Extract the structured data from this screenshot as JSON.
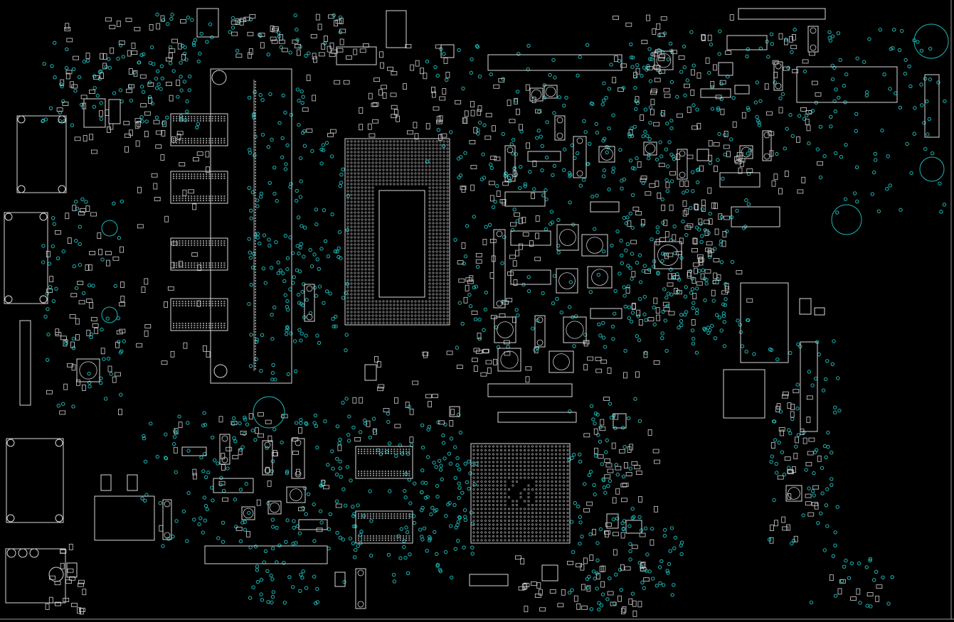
{
  "board": {
    "background_color": "#000000",
    "outline_color": "#d8d8d8",
    "via_color": "#1fb6b6",
    "text_labels": []
  },
  "components": {
    "cpu_bga": {
      "kind": "bga-package",
      "icon": "cpu-footprint-icon"
    },
    "pch_bga": {
      "kind": "bga-package",
      "icon": "chipset-footprint-icon"
    },
    "dimm_slot": {
      "kind": "memory-slot",
      "icon": "dimm-slot-icon"
    },
    "memory_chips": {
      "kind": "dram-package",
      "count": 6
    },
    "connectors": {
      "kind": "io-connector",
      "icon": "connector-icon"
    },
    "mount_holes": {
      "kind": "mounting-hole",
      "icon": "mount-hole-icon",
      "count": 6
    }
  }
}
